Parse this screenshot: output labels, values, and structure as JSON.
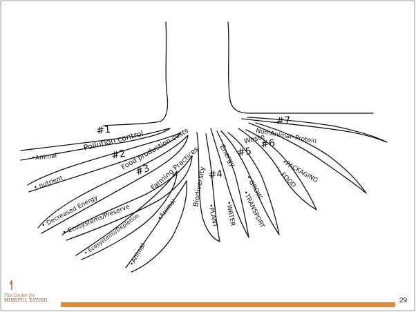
{
  "colors": {
    "background": "#ffffff",
    "ink": "#111111",
    "footer_bar": "#d98a3a",
    "logo_brown": "#6b4a2a",
    "logo_tan": "#8a6a3a"
  },
  "footer": {
    "logo_line1": "The Center for",
    "logo_line2": "MINDFUL EATING",
    "page_number": "29"
  },
  "labels": {
    "n1": "#1",
    "n2": "#2",
    "n3": "#3",
    "n4": "#4",
    "n5": "#5",
    "n6": "#6",
    "n7": "#7",
    "pollution_control": "Pollution control",
    "animal_1": "•Animal",
    "nutrient": "• nutrient",
    "food_production_costs": "Food production costs",
    "decreased_energy": "• Decreased Energy",
    "ecosystems_preserve": "• Ecosystems/Preserve",
    "farming_practices": "Farming Practices",
    "ecosystems_depletion": "• Ecosystems/Depletion",
    "animal_2": "•Animal",
    "animal_3": "•Animal",
    "biodiversity": "Biodiversity",
    "plant": "•PLANT",
    "energy": "Energy",
    "water": "•WATER",
    "grow": "• GROW",
    "transport": "•TRANSPORT",
    "waste": "Waste",
    "food": "• FOOD",
    "packaging": "•PACKAGING",
    "non_animal_protein": "Non-Animal•Protein"
  }
}
